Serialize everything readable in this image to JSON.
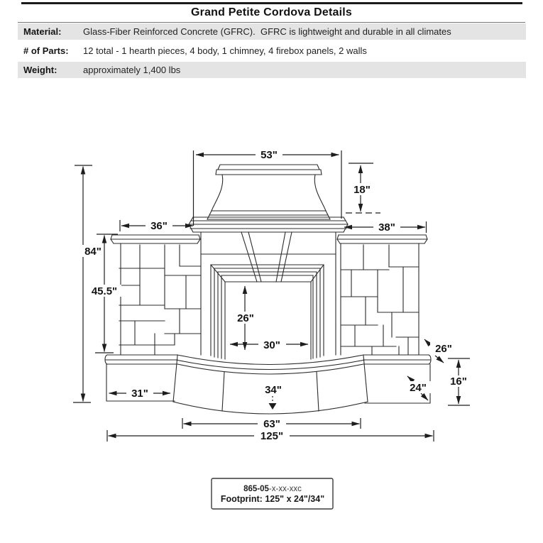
{
  "header": {
    "title": "Grand Petite Cordova Details",
    "rows": [
      {
        "label": "Material:",
        "value": "Glass-Fiber Reinforced Concrete (GFRC).  GFRC is lightweight and durable in all climates"
      },
      {
        "label": "# of Parts:",
        "value": "12 total - 1 hearth pieces, 4 body, 1 chimney, 4 firebox panels, 2 walls"
      },
      {
        "label": "Weight:",
        "value": "approximately 1,400 lbs"
      }
    ]
  },
  "diagram": {
    "dims": {
      "cap_width": "53\"",
      "cap_height": "18\"",
      "left_wall_width": "36\"",
      "right_wall_width": "38\"",
      "total_height": "84\"",
      "body_height": "45.5\"",
      "firebox_height": "26\"",
      "firebox_width": "30\"",
      "wall_depth": "26\"",
      "hearth_height": "16\"",
      "left_hearth_width": "31\"",
      "center_depth": "34\"",
      "side_depth": "24\"",
      "hearth_front_width": "63\"",
      "total_width": "125\""
    },
    "label_box": {
      "model_bold": "865-05",
      "model_suffix": "-x-xx-xxc",
      "footprint": "Footprint: 125\" x 24\"/34\""
    }
  },
  "colors": {
    "line": "#2b2b2b",
    "table_row_bg": "#e4e4e4",
    "text": "#141414",
    "background": "#ffffff"
  }
}
